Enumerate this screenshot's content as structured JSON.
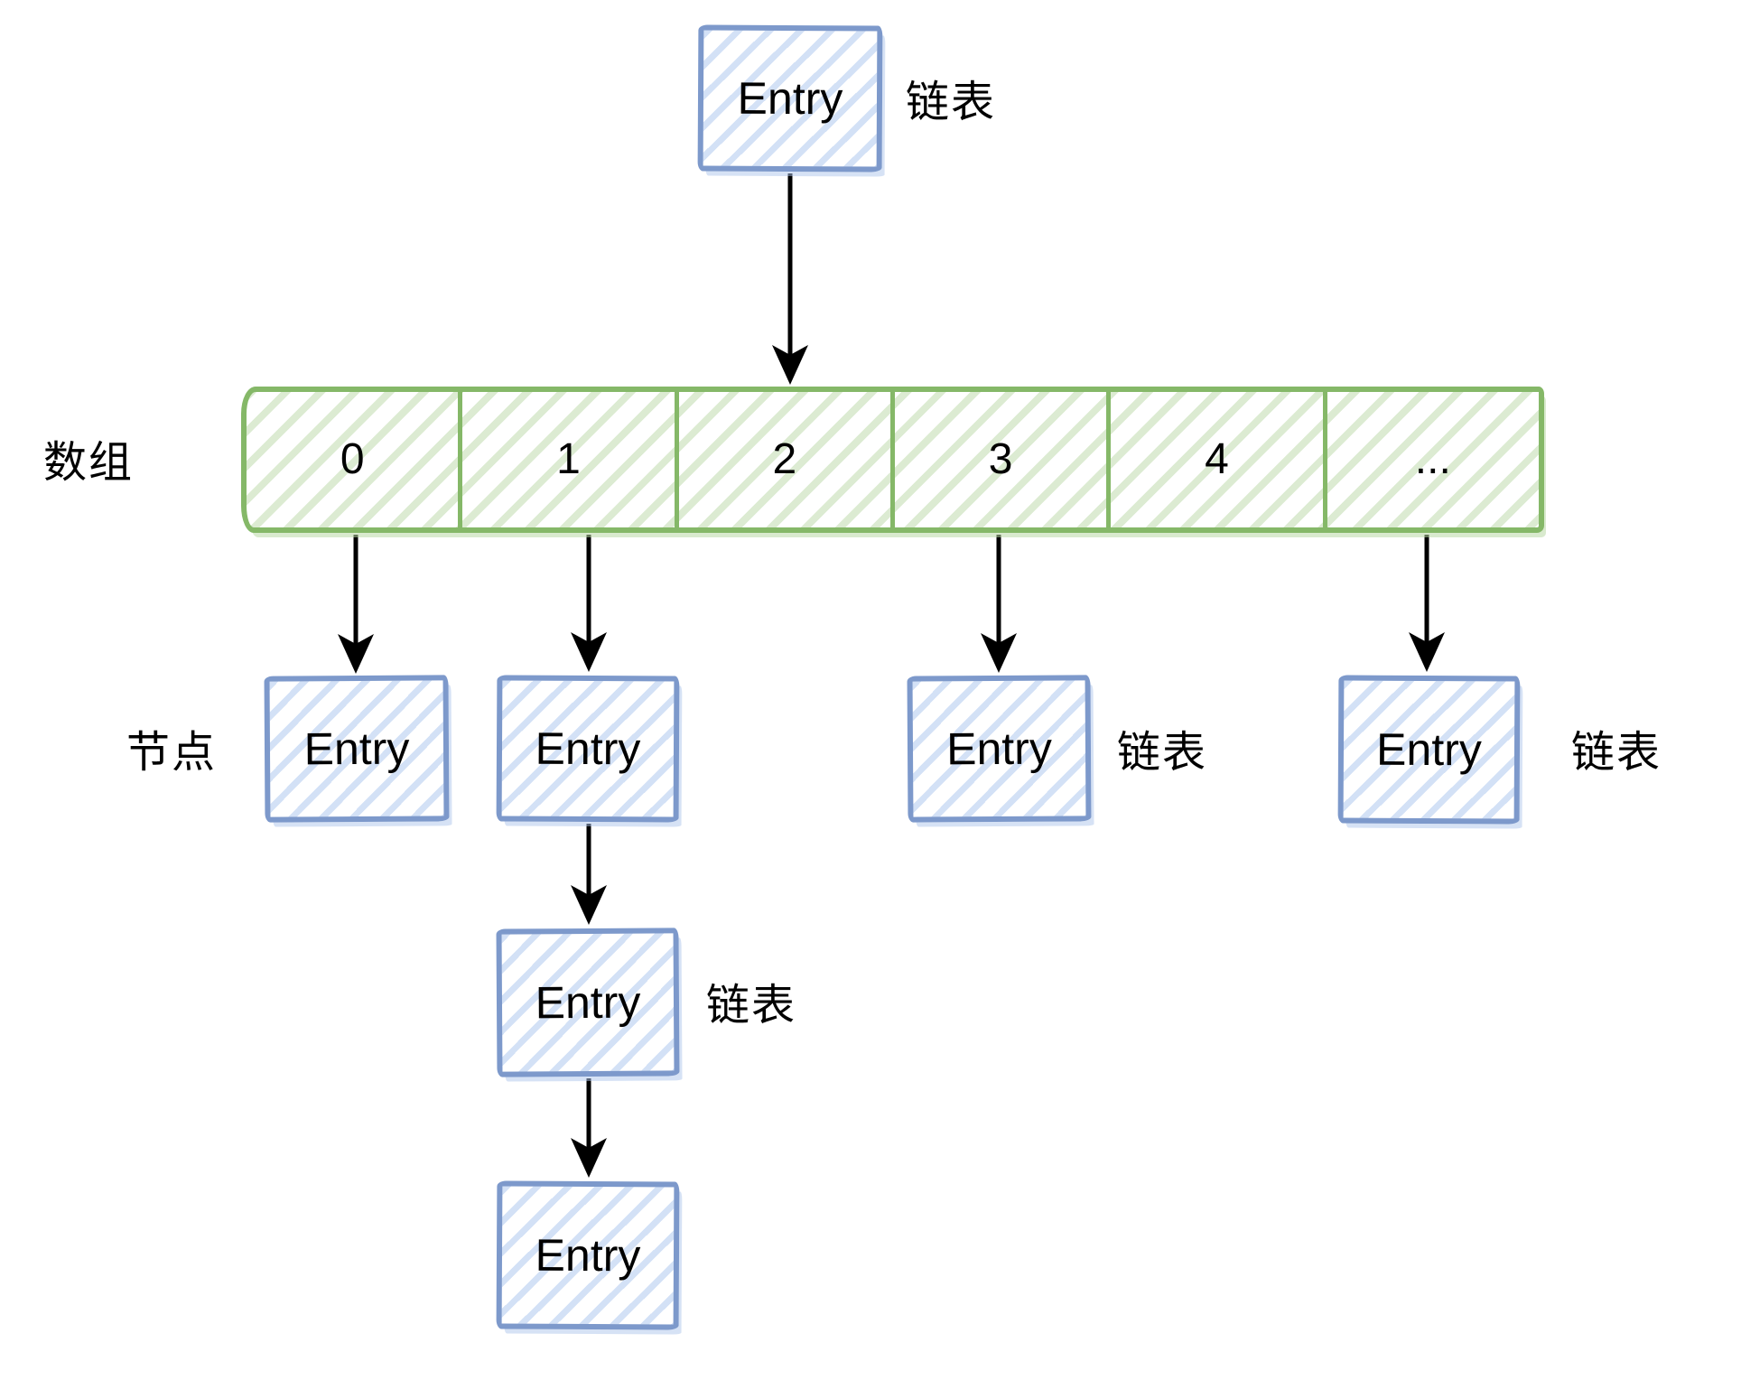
{
  "colors": {
    "blue_border": "#7d99cb",
    "blue_hatch": "#d3e1f6",
    "green_border": "#85b868",
    "green_hatch": "#dcebd2",
    "arrow": "#000000",
    "text": "#000000"
  },
  "top_entry": {
    "label": "Entry",
    "annotation": "链表"
  },
  "array": {
    "label": "数组",
    "cells": [
      "0",
      "1",
      "2",
      "3",
      "4",
      "..."
    ]
  },
  "node_row": {
    "side_label": "节点",
    "entry0": {
      "label": "Entry"
    },
    "entry1": {
      "label": "Entry"
    },
    "entry3": {
      "label": "Entry",
      "annotation": "链表"
    },
    "entry_last": {
      "label": "Entry",
      "annotation": "链表"
    }
  },
  "chain": {
    "entry_mid": {
      "label": "Entry",
      "annotation": "链表"
    },
    "entry_tail": {
      "label": "Entry"
    }
  }
}
